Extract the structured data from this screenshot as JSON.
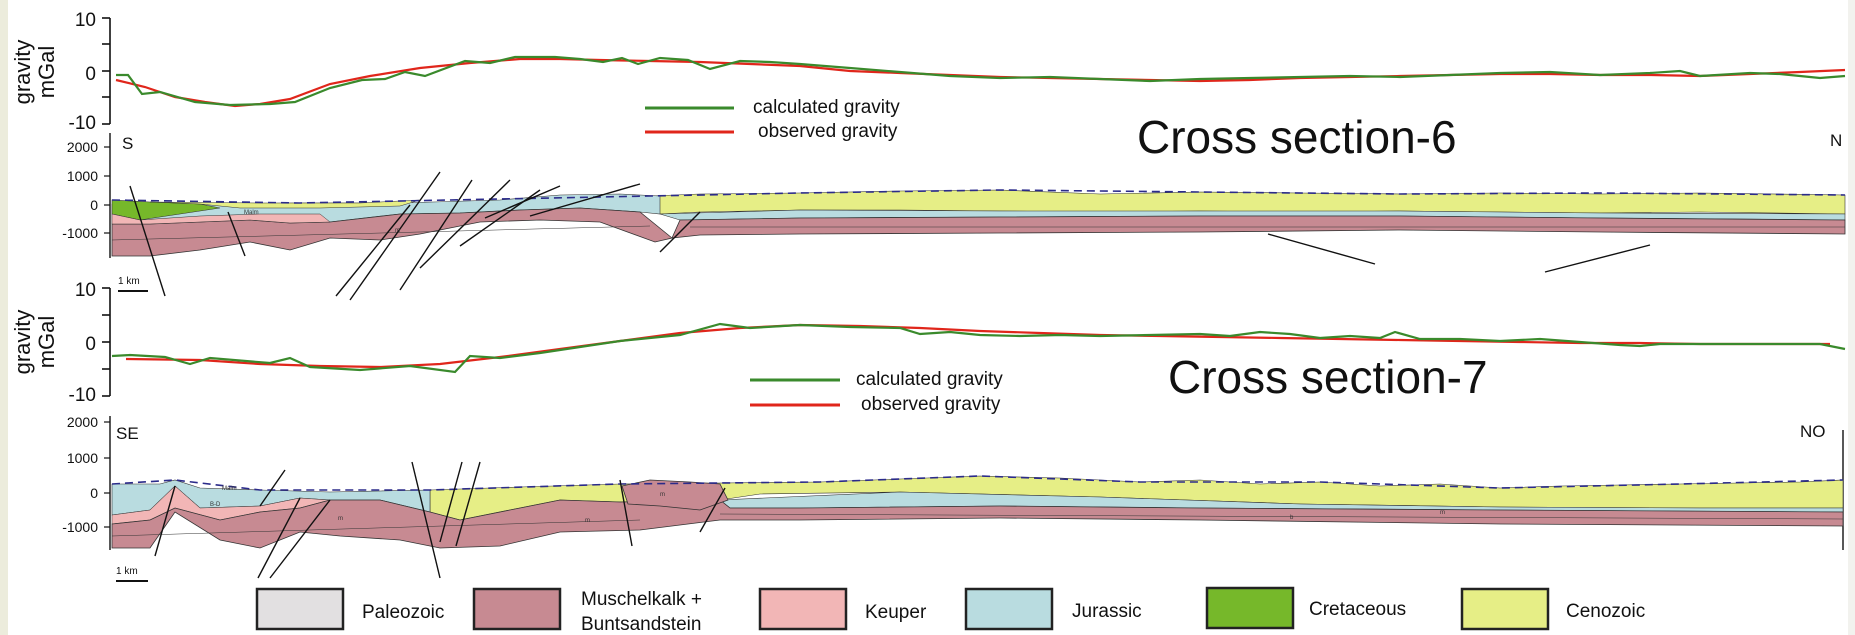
{
  "colors": {
    "calculated": "#3a8a2c",
    "observed": "#e0261b",
    "paleozoic": "#e2e0e1",
    "muschelkalk": "#c78a92",
    "keuper": "#f2b6b6",
    "jurassic": "#b9dce0",
    "cretaceous": "#76b82a",
    "cenozoic": "#e6ee86",
    "dashed": "#2b2b8a"
  },
  "sections": [
    {
      "title": "Cross section-6",
      "left_label": "S",
      "right_label": "N",
      "gravity_ylabel": [
        "gravity",
        "mGal"
      ],
      "gravity_ticks": [
        "10",
        "0",
        "-10"
      ],
      "depth_ticks": [
        "2000",
        "1000",
        "0",
        "-1000"
      ],
      "scale_label": "1 km",
      "legend": [
        "calculated gravity",
        "observed gravity"
      ]
    },
    {
      "title": "Cross section-7",
      "left_label": "SE",
      "right_label": "NO",
      "gravity_ylabel": [
        "gravity",
        "mGal"
      ],
      "gravity_ticks": [
        "10",
        "0",
        "-10"
      ],
      "depth_ticks": [
        "2000",
        "1000",
        "0",
        "-1000"
      ],
      "scale_label": "1 km",
      "legend": [
        "calculated gravity",
        "observed gravity"
      ]
    }
  ],
  "lithology_legend": [
    {
      "label": "Paleozoic",
      "label2": "",
      "color": "#e2e0e1"
    },
    {
      "label": "Muschelkalk +",
      "label2": "Buntsandstein",
      "color": "#c78a92"
    },
    {
      "label": "Keuper",
      "label2": "",
      "color": "#f2b6b6"
    },
    {
      "label": "Jurassic",
      "label2": "",
      "color": "#b9dce0"
    },
    {
      "label": "Cretaceous",
      "label2": "",
      "color": "#76b82a"
    },
    {
      "label": "Cenozoic",
      "label2": "",
      "color": "#e6ee86"
    }
  ],
  "unit_labels": {
    "b": "b",
    "m": "m",
    "malm": "Malm",
    "bd": "B-D",
    "cr": "Cr"
  }
}
